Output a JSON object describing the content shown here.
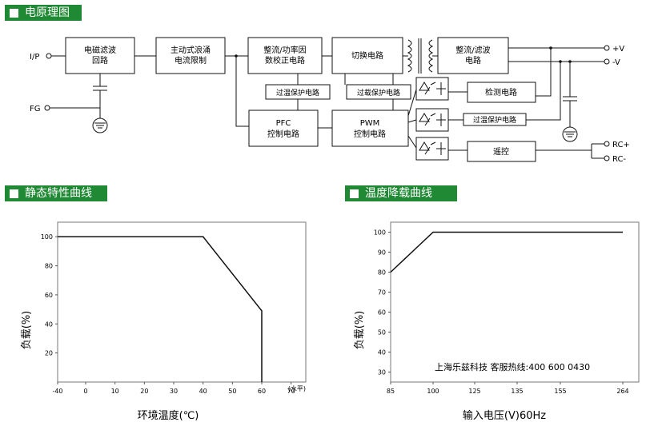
{
  "headers": {
    "block_diagram": "电原理图",
    "static_curve": "静态特性曲线",
    "derating_curve": "温度降载曲线"
  },
  "block_diagram": {
    "io_labels": {
      "input": "I/P",
      "fg": "FG",
      "out_pos": "+V",
      "out_neg": "-V",
      "rc_pos": "RC+",
      "rc_neg": "RC-"
    },
    "blocks": {
      "emi_filter": [
        "电磁滤波",
        "回路"
      ],
      "inrush": [
        "主动式浪涌",
        "电流限制"
      ],
      "rect_pfc": [
        "整流/功率因",
        "数校正电路"
      ],
      "switching": [
        "切换电路"
      ],
      "out_rect": [
        "整流/滤波",
        "电路"
      ],
      "otp1": "过温保护电路",
      "olp": "过载保护电路",
      "pfc_ctrl": [
        "PFC",
        "控制电路"
      ],
      "pwm_ctrl": [
        "PWM",
        "控制电路"
      ],
      "detect": "检测电路",
      "otp2": "过温保护电路",
      "remote": "遥控"
    }
  },
  "chart_data": [
    {
      "type": "line",
      "title": "静态特性曲线",
      "xlabel": "环境温度(℃)",
      "ylabel": "负载(%)",
      "x_unit_note": "(水平)",
      "x_ticks": [
        -40,
        0,
        10,
        20,
        30,
        40,
        50,
        60,
        70
      ],
      "y_ticks": [
        20,
        40,
        60,
        80,
        100
      ],
      "xlim": [
        -40,
        75
      ],
      "ylim": [
        0,
        110
      ],
      "grid": false,
      "series": [
        {
          "x": [
            -40,
            40,
            60,
            60
          ],
          "y": [
            100,
            100,
            49,
            0
          ]
        }
      ]
    },
    {
      "type": "line",
      "title": "温度降载曲线",
      "xlabel": "输入电压(V)60Hz",
      "ylabel": "负载(%)",
      "annotation": "上海乐兹科技 客服热线:400 600 0430",
      "x_ticks": [
        85,
        100,
        125,
        135,
        155,
        264
      ],
      "y_ticks": [
        30,
        40,
        50,
        60,
        70,
        80,
        90,
        100
      ],
      "ylim": [
        25,
        105
      ],
      "grid": false,
      "series": [
        {
          "x": [
            85,
            100,
            264
          ],
          "y": [
            80,
            100,
            100
          ]
        }
      ]
    }
  ]
}
